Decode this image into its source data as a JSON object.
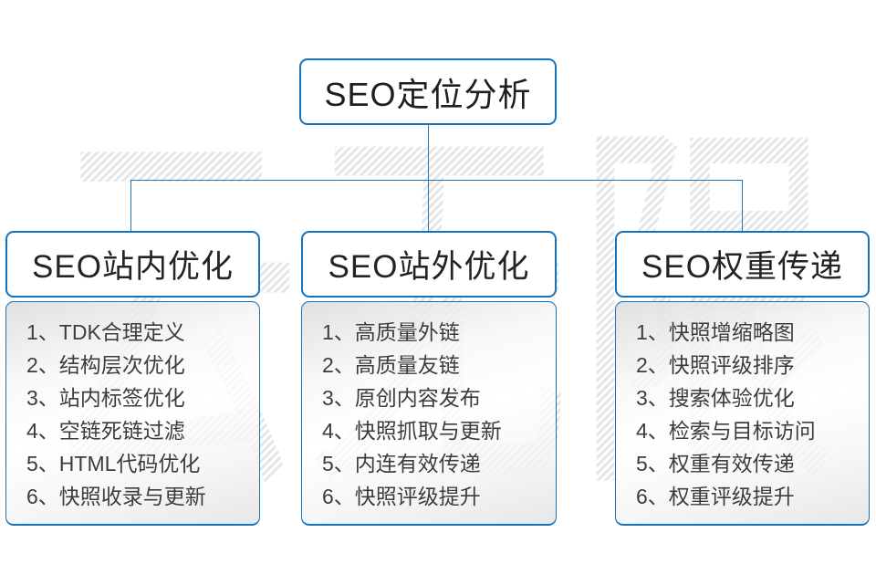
{
  "diagram": {
    "root": {
      "title": "SEO定位分析"
    },
    "watermark": {
      "text": "云无限"
    },
    "columns": [
      {
        "title": "SEO站内优化",
        "items": [
          "1、TDK合理定义",
          "2、结构层次优化",
          "3、站内标签优化",
          "4、空链死链过滤",
          "5、HTML代码优化",
          "6、快照收录与更新"
        ]
      },
      {
        "title": "SEO站外优化",
        "items": [
          "1、高质量外链",
          "2、高质量友链",
          "3、原创内容发布",
          "4、快照抓取与更新",
          "5、内连有效传递",
          "6、快照评级提升"
        ]
      },
      {
        "title": "SEO权重传递",
        "items": [
          "1、快照增缩略图",
          "2、快照评级排序",
          "3、搜索体验优化",
          "4、检索与目标访问",
          "5、权重有效传递",
          "6、权重评级提升"
        ]
      }
    ],
    "colors": {
      "box_border": "#1573bd",
      "connector": "#2277bb",
      "watermark_gray": "#e6e6e6",
      "header_text": "#242424",
      "item_text": "#3c3c3c"
    }
  }
}
